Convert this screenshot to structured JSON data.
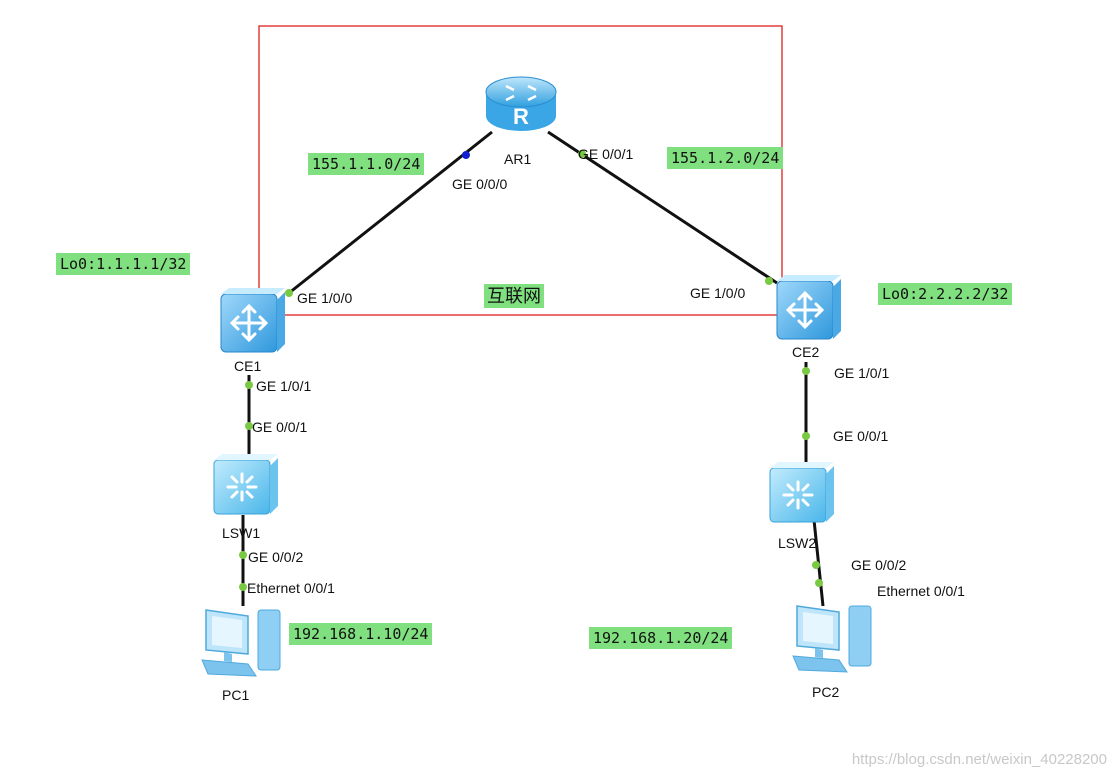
{
  "zone_label": "互联网",
  "devices": {
    "ar1": "AR1",
    "ce1": "CE1",
    "ce2": "CE2",
    "lsw1": "LSW1",
    "lsw2": "LSW2",
    "pc1": "PC1",
    "pc2": "PC2"
  },
  "ports": {
    "ar1_ge000": "GE 0/0/0",
    "ar1_ge001": "GE 0/0/1",
    "ce1_ge100": "GE 1/0/0",
    "ce2_ge100": "GE 1/0/0",
    "ce1_ge101": "GE 1/0/1",
    "lsw1_ge001": "GE 0/0/1",
    "lsw1_ge002": "GE 0/0/2",
    "pc1_eth": "Ethernet 0/0/1",
    "ce2_ge101": "GE 1/0/1",
    "lsw2_ge001": "GE 0/0/1",
    "lsw2_ge002": "GE 0/0/2",
    "pc2_eth": "Ethernet 0/0/1"
  },
  "tags": {
    "net1": "155.1.1.0/24",
    "net2": "155.1.2.0/24",
    "lo_ce1": "Lo0:1.1.1.1/32",
    "lo_ce2": "Lo0:2.2.2.2/32",
    "ip_pc1": "192.168.1.10/24",
    "ip_pc2": "192.168.1.20/24"
  },
  "watermark": "https://blog.csdn.net/weixin_40228200",
  "colors": {
    "zone_border": "#e02020",
    "tag_bg": "#80e080",
    "link": "#111111",
    "port_dot": "#7ac943",
    "port_dot_selected": "#1020d0",
    "device_blue": "#4fb6ef"
  }
}
